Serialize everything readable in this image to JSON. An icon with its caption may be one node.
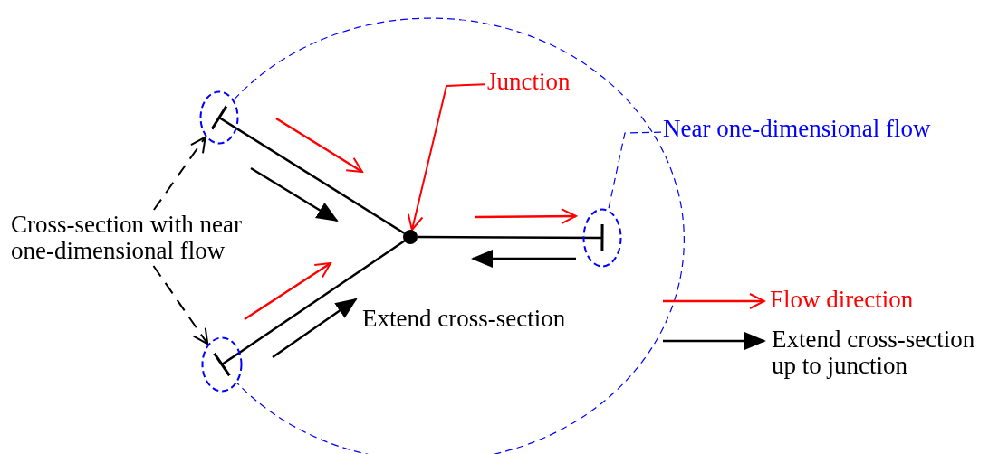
{
  "diagram": {
    "nodes": [
      {
        "text": [
          "Junction"
        ]
      },
      {
        "text": [],
        "shape": "circle"
      },
      {
        "text": [],
        "shape": "ellipse"
      },
      {
        "text": [
          "Cross-section with near one-dimensional flow"
        ]
      },
      {
        "text": [],
        "shape": "ellipse"
      },
      {
        "text": [],
        "shape": "ellipse"
      },
      {
        "text": [
          "Near one-dimensional flow"
        ]
      }
    ],
    "edges": [
      {
        "from": 0,
        "to": 1,
        "arrow": "to",
        "color": "#ff0000"
      },
      {
        "from": 2,
        "to": 1,
        "arrow": "other"
      },
      {
        "from": 4,
        "to": 1,
        "arrow": "other"
      },
      {
        "from": 5,
        "to": 1,
        "arrow": "other"
      },
      {
        "from": 3,
        "to": 2,
        "arrow": "to",
        "style": "dashed"
      },
      {
        "from": 3,
        "to": 4,
        "arrow": "to",
        "style": "dashed"
      },
      {
        "from": 6,
        "to": 5,
        "arrow": "none",
        "style": "dashed",
        "color": "#0000ff"
      },
      {
        "from": 2,
        "to": 4,
        "arrow": "none",
        "style": "dashed",
        "color": "#0000ff"
      }
    ],
    "labels": [
      "Extend cross-section"
    ],
    "legend": [
      {
        "text": "Flow direction"
      },
      {
        "text": "Extend cross-section up to junction"
      }
    ]
  }
}
